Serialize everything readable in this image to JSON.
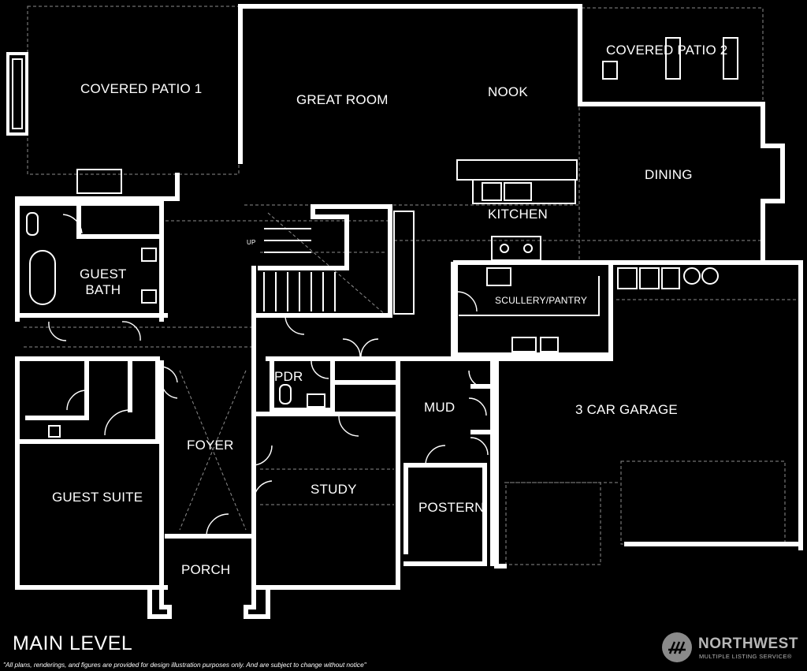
{
  "title": "MAIN LEVEL",
  "disclaimer": "\"All plans, renderings, and figures are provided for design illustration purposes only. And are subject to change without notice\"",
  "logo": {
    "name": "NORTHWEST",
    "subtitle": "MULTIPLE LISTING SERVICE®"
  },
  "rooms": {
    "covered_patio_1": "COVERED PATIO 1",
    "great_room": "GREAT ROOM",
    "nook": "NOOK",
    "covered_patio_2": "COVERED PATIO 2",
    "dining": "DINING",
    "kitchen": "KITCHEN",
    "guest_bath_line1": "GUEST",
    "guest_bath_line2": "BATH",
    "up": "UP",
    "scullery_pantry": "SCULLERY/PANTRY",
    "pdr": "PDR",
    "mud": "MUD",
    "three_car_garage": "3 CAR GARAGE",
    "foyer": "FOYER",
    "guest_suite": "GUEST SUITE",
    "study": "STUDY",
    "postern": "POSTERN",
    "porch": "PORCH"
  },
  "colors": {
    "background": "#000000",
    "walls": "#ffffff",
    "logo": "#8a8a8a"
  }
}
